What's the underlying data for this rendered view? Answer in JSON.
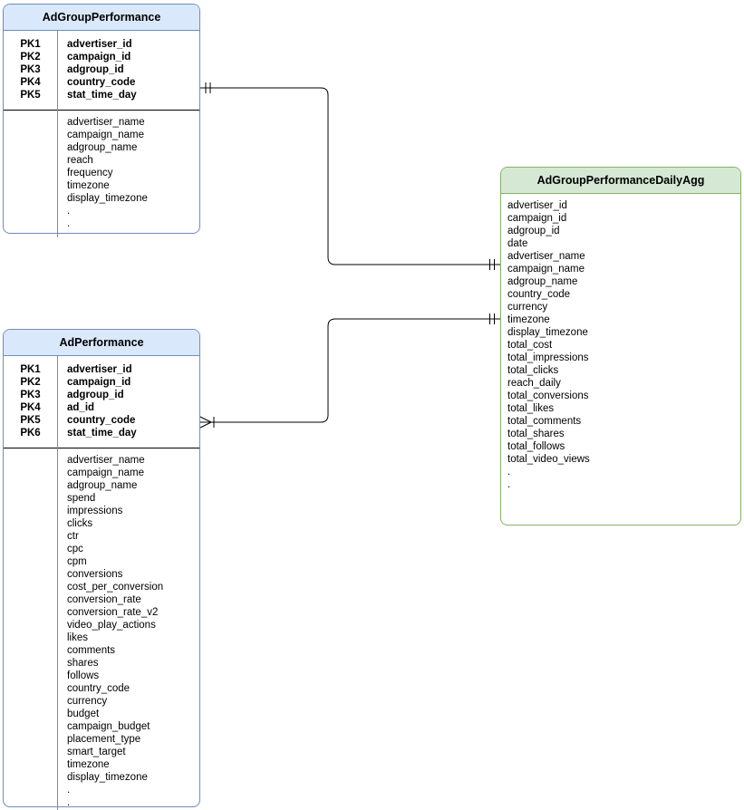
{
  "diagram": {
    "type": "entity-relationship",
    "colors": {
      "background": "#ffffff",
      "blue_border": "#6c8ebf",
      "blue_header_fill": "#dae8fc",
      "green_border": "#82b366",
      "green_header_fill": "#d5e8d4",
      "pk_divider": "#000000",
      "connector": "#000000",
      "text": "#000000"
    },
    "tables": [
      {
        "title": "AdGroupPerformance",
        "theme": "blue",
        "primary_keys": [
          {
            "key": "PK1",
            "field": "advertiser_id"
          },
          {
            "key": "PK2",
            "field": "campaign_id"
          },
          {
            "key": "PK3",
            "field": "adgroup_id"
          },
          {
            "key": "PK4",
            "field": "country_code"
          },
          {
            "key": "PK5",
            "field": "stat_time_day"
          }
        ],
        "fields": [
          "advertiser_name",
          "campaign_name",
          "adgroup_name",
          "reach",
          "frequency",
          "timezone",
          "display_timezone",
          ".",
          "."
        ]
      },
      {
        "title": "AdPerformance",
        "theme": "blue",
        "primary_keys": [
          {
            "key": "PK1",
            "field": "advertiser_id"
          },
          {
            "key": "PK2",
            "field": "campaign_id"
          },
          {
            "key": "PK3",
            "field": "adgroup_id"
          },
          {
            "key": "PK4",
            "field": "ad_id"
          },
          {
            "key": "PK5",
            "field": "country_code"
          },
          {
            "key": "PK6",
            "field": "stat_time_day"
          }
        ],
        "fields": [
          "advertiser_name",
          "campaign_name",
          "adgroup_name",
          "spend",
          "impressions",
          "clicks",
          "ctr",
          "cpc",
          "cpm",
          "conversions",
          "cost_per_conversion",
          "conversion_rate",
          "conversion_rate_v2",
          "video_play_actions",
          "likes",
          "comments",
          "shares",
          "follows",
          "country_code",
          "currency",
          "budget",
          "campaign_budget",
          "placement_type",
          "smart_target",
          "timezone",
          "display_timezone",
          ".",
          "."
        ]
      },
      {
        "title": "AdGroupPerformanceDailyAgg",
        "theme": "green",
        "primary_keys": [],
        "fields": [
          "advertiser_id",
          "campaign_id",
          "adgroup_id",
          "date",
          "advertiser_name",
          "campaign_name",
          "adgroup_name",
          "country_code",
          "currency",
          "timezone",
          "display_timezone",
          "total_cost",
          "total_impressions",
          "total_clicks",
          "reach_daily",
          "total_conversions",
          "total_likes",
          "total_comments",
          "total_shares",
          "total_follows",
          "total_video_views",
          ".",
          "."
        ]
      }
    ],
    "relationships": [
      {
        "from": "AdGroupPerformance",
        "to": "AdGroupPerformanceDailyAgg",
        "from_cardinality": "one-and-only-one",
        "to_cardinality": "one-and-only-one"
      },
      {
        "from": "AdPerformance",
        "to": "AdGroupPerformanceDailyAgg",
        "from_cardinality": "one-or-many",
        "to_cardinality": "one-and-only-one"
      }
    ]
  }
}
